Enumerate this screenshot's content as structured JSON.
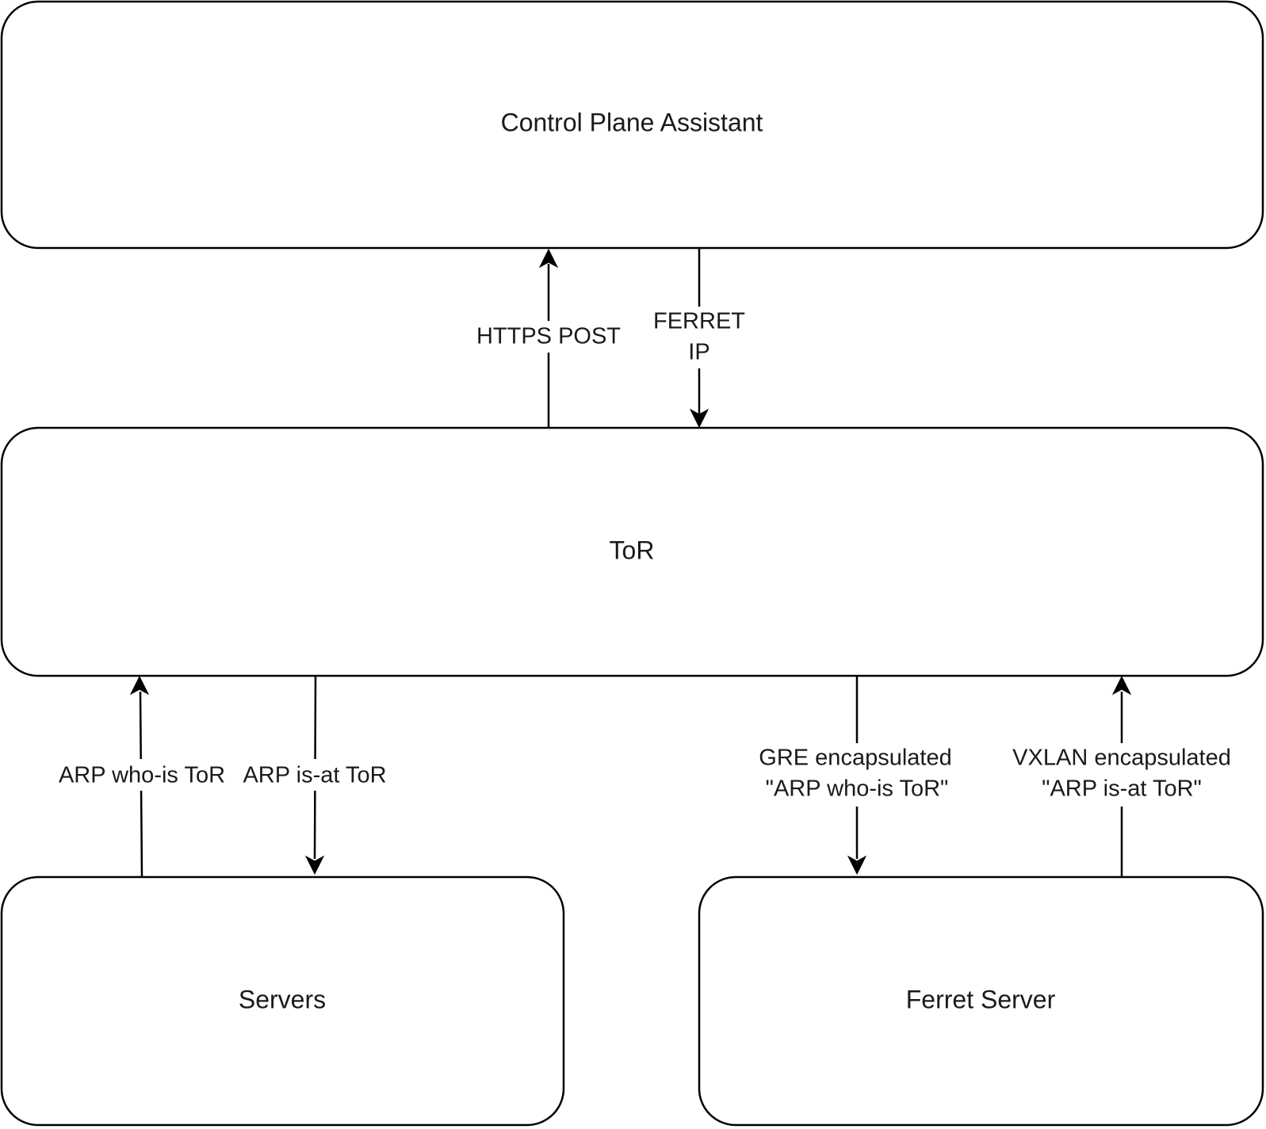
{
  "nodes": {
    "control_plane": {
      "label": "Control Plane Assistant"
    },
    "tor": {
      "label": "ToR"
    },
    "servers": {
      "label": "Servers"
    },
    "ferret_server": {
      "label": "Ferret Server"
    }
  },
  "edges": {
    "https_post": {
      "label": "HTTPS POST"
    },
    "ferret_ip": {
      "lines": [
        "FERRET",
        "IP"
      ]
    },
    "arp_who_is": {
      "label": "ARP who-is ToR"
    },
    "arp_is_at": {
      "label": "ARP is-at ToR"
    },
    "gre": {
      "lines": [
        "GRE encapsulated",
        "\"ARP who-is ToR\""
      ]
    },
    "vxlan": {
      "lines": [
        "VXLAN encapsulated",
        "\"ARP is-at ToR\""
      ]
    }
  },
  "colors": {
    "stroke": "#000000",
    "text": "#1a1a1a",
    "background": "#ffffff"
  }
}
